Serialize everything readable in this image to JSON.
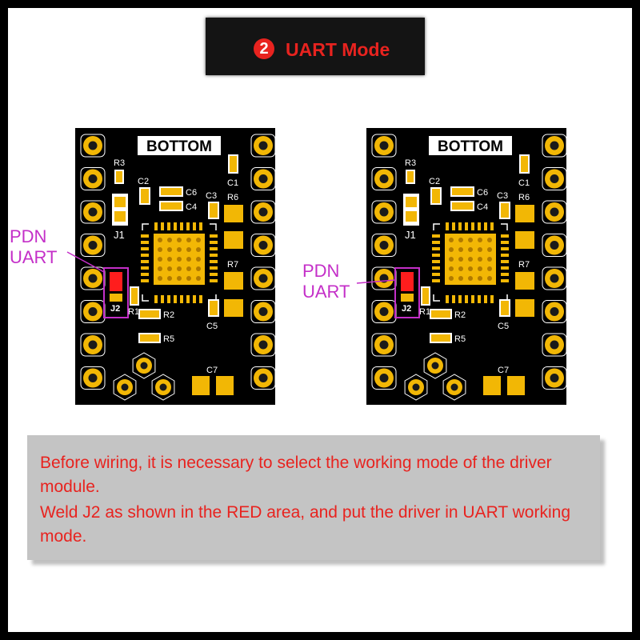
{
  "title": {
    "number": "2",
    "text": "UART Mode"
  },
  "board": {
    "label": "BOTTOM",
    "components": {
      "r3": "R3",
      "c2": "C2",
      "c6": "C6",
      "c4": "C4",
      "c3": "C3",
      "r6": "R6",
      "c1": "C1",
      "j1": "J1",
      "r7": "R7",
      "j2": "J2",
      "r1": "R1",
      "r2": "R2",
      "r5": "R5",
      "c5": "C5",
      "c7": "C7"
    }
  },
  "annotation": {
    "line1": "PDN",
    "line2": "UART"
  },
  "note": {
    "line1": "Before wiring, it is necessary to select the working mode of the driver module.",
    "line2": "Weld J2 as shown in the RED area, and put the driver in UART working mode."
  },
  "colors": {
    "accent_red": "#e8231f",
    "magenta": "#c42fc8",
    "gold": "#f2b705",
    "pcb": "#000000",
    "note_bg": "#c4c4c4"
  }
}
